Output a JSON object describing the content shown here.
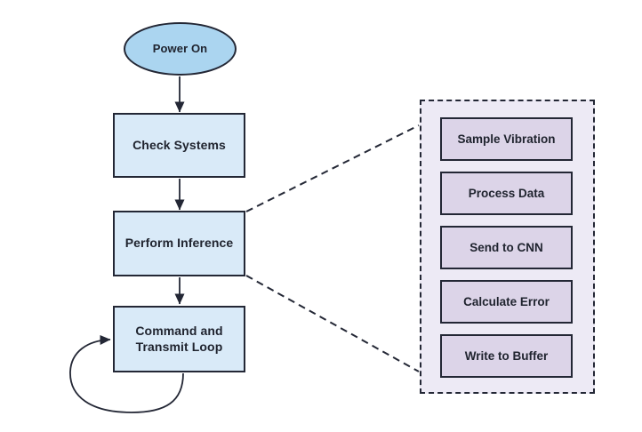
{
  "colors": {
    "background": "#ffffff",
    "stroke": "#232735",
    "text": "#20242f",
    "ellipse_fill": "#abd5f0",
    "box_fill": "#d9eaf8",
    "panel_fill": "#edeaf5",
    "step_fill": "#dcd4e8"
  },
  "diagram": {
    "nodes": {
      "power_on": {
        "label": "Power On"
      },
      "check_systems": {
        "label": "Check Systems"
      },
      "perform_inference": {
        "label": "Perform Inference"
      },
      "command_transmit_loop": {
        "label_line1": "Command and",
        "label_line2": "Transmit Loop"
      }
    },
    "detail_panel": {
      "steps": [
        "Sample Vibration",
        "Process Data",
        "Send to CNN",
        "Calculate Error",
        "Write to Buffer"
      ]
    }
  }
}
